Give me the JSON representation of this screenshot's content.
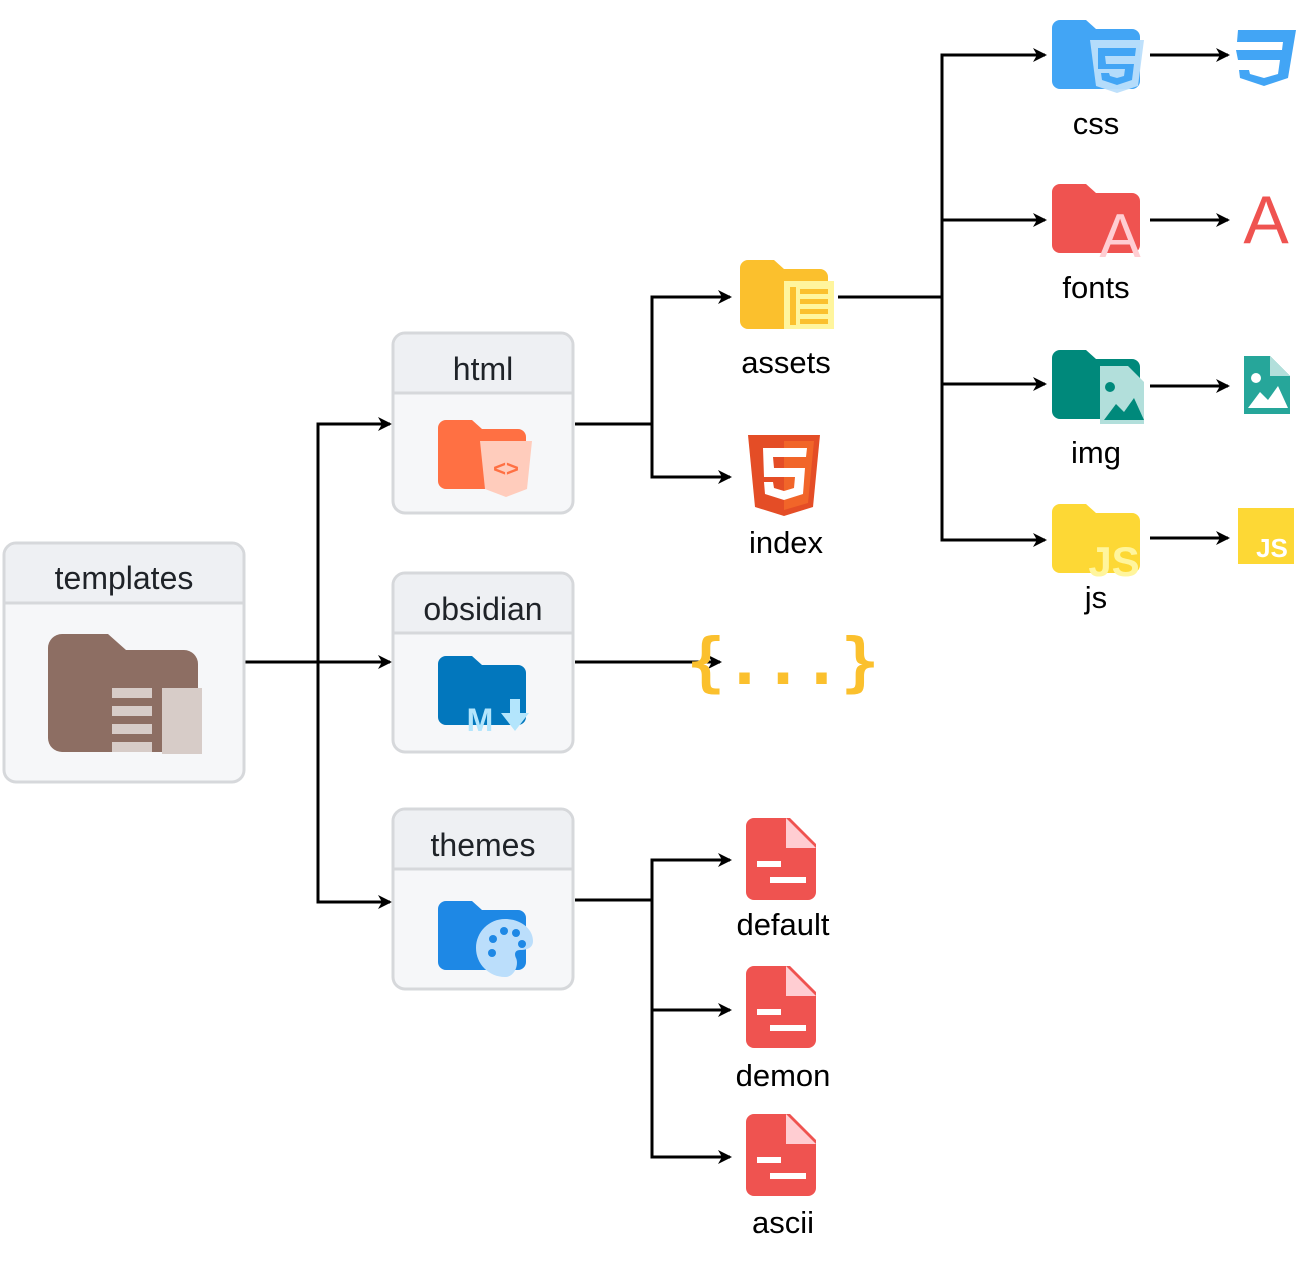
{
  "nodes": {
    "templates": {
      "label": "templates",
      "icon": "templates-folder-icon"
    },
    "html": {
      "label": "html",
      "icon": "html-folder-icon"
    },
    "obsidian": {
      "label": "obsidian",
      "icon": "markdown-folder-icon"
    },
    "themes": {
      "label": "themes",
      "icon": "theme-folder-icon"
    },
    "assets": {
      "label": "assets",
      "icon": "assets-folder-icon"
    },
    "index": {
      "label": "index",
      "icon": "html5-icon"
    },
    "json": {
      "label": "{...}",
      "icon": "json-icon"
    },
    "default": {
      "label": "default",
      "icon": "document-icon"
    },
    "demon": {
      "label": "demon",
      "icon": "document-icon"
    },
    "ascii": {
      "label": "ascii",
      "icon": "document-icon"
    },
    "css": {
      "label": "css",
      "icon": "css-folder-icon",
      "file_icon": "css3-icon"
    },
    "fonts": {
      "label": "fonts",
      "icon": "fonts-folder-icon",
      "file_icon": "font-icon",
      "file_glyph": "A"
    },
    "img": {
      "label": "img",
      "icon": "image-folder-icon",
      "file_icon": "image-file-icon"
    },
    "js": {
      "label": "js",
      "icon": "js-folder-icon",
      "file_icon": "javascript-icon",
      "file_glyph": "JS"
    }
  },
  "colors": {
    "box_fill": "#f6f7f9",
    "box_header": "#eef0f3",
    "box_border": "#d6d8db",
    "templates_folder": "#8d6e63",
    "html_folder": "#ff7043",
    "markdown_folder": "#0277bd",
    "theme_folder": "#1e88e5",
    "assets_folder": "#fbc02d",
    "html5": "#e44d26",
    "json": "#fbc02d",
    "document": "#ef5350",
    "css": "#42a5f5",
    "fonts": "#ef5350",
    "img": "#00897b",
    "js": "#fdd835"
  }
}
